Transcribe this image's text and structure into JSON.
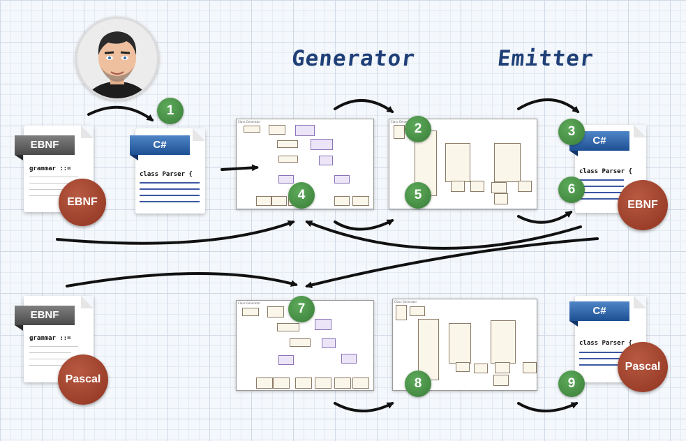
{
  "headings": {
    "generator": "Generator",
    "emitter": "Emitter"
  },
  "steps": [
    "1",
    "2",
    "3",
    "4",
    "5",
    "6",
    "7",
    "8",
    "9"
  ],
  "docs": {
    "ebnf_top": {
      "ribbon": "EBNF",
      "code": "grammar ::=",
      "seal": "EBNF"
    },
    "csharp_parser": {
      "ribbon": "C#",
      "code": "class Parser {"
    },
    "csharp_top_right": {
      "ribbon": "C#",
      "code": "class Parser {",
      "seal": "EBNF"
    },
    "ebnf_bottom": {
      "ribbon": "EBNF",
      "code": "grammar ::=",
      "seal": "Pascal"
    },
    "csharp_bottom_right": {
      "ribbon": "C#",
      "code": "class Parser {",
      "seal": "Pascal"
    }
  },
  "colors": {
    "step": "#4a8f48",
    "seal": "#9c3b26",
    "ribbon_gray": "#5a5a5a",
    "ribbon_blue": "#2c62a8",
    "heading": "#1f3f77"
  }
}
